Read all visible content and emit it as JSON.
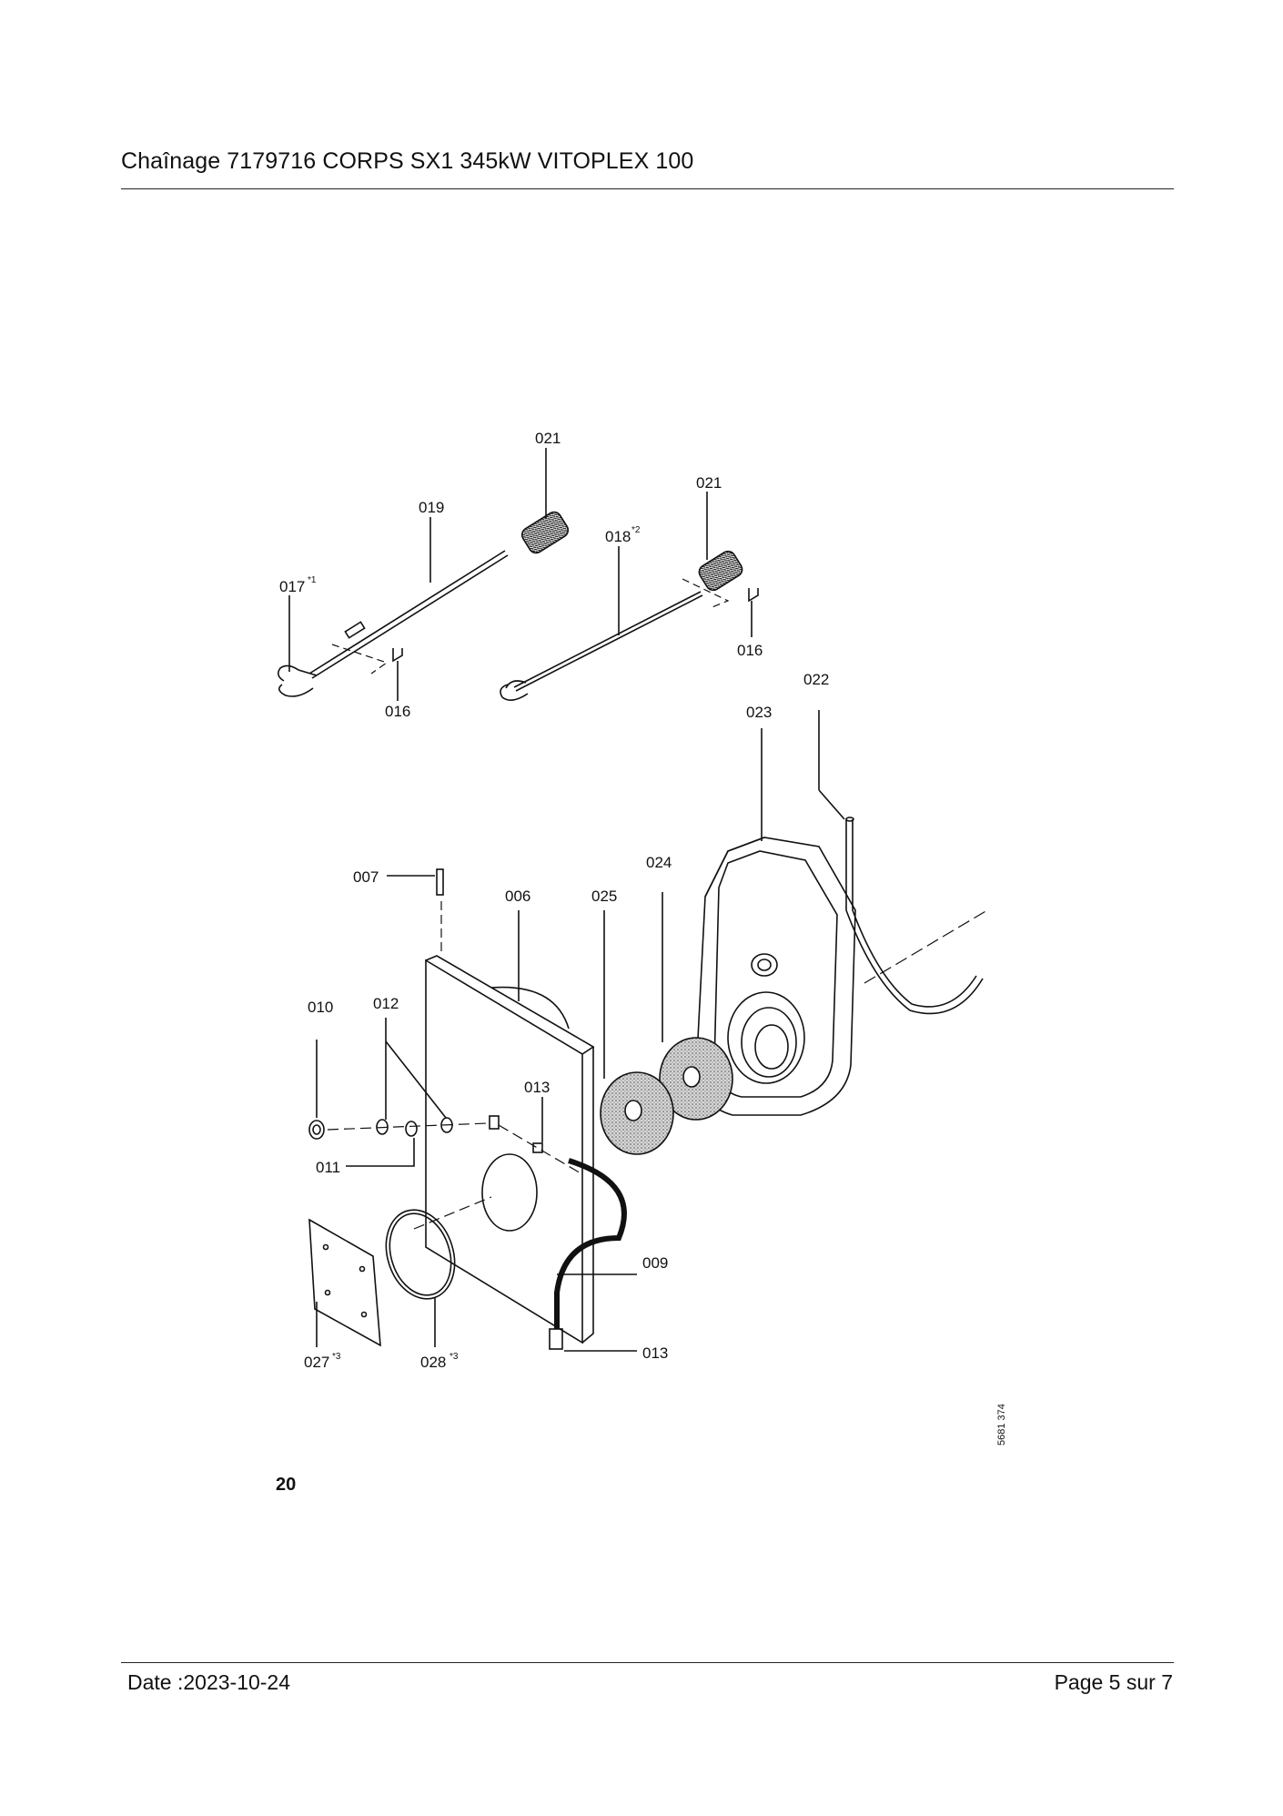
{
  "header": {
    "title": "Chaînage 7179716 CORPS SX1 345kW VITOPLEX 100"
  },
  "figure": {
    "number": "20",
    "reference": "5681 374",
    "callouts": {
      "c021a": "021",
      "c021b": "021",
      "c019": "019",
      "c018": "018",
      "c018_sup": "*2",
      "c017": "017",
      "c017_sup": "*1",
      "c016a": "016",
      "c016b": "016",
      "c022": "022",
      "c023": "023",
      "c007": "007",
      "c006": "006",
      "c025": "025",
      "c024": "024",
      "c010": "010",
      "c012": "012",
      "c013a": "013",
      "c011": "011",
      "c009": "009",
      "c013b": "013",
      "c027": "027",
      "c027_sup": "*3",
      "c028": "028",
      "c028_sup": "*3"
    }
  },
  "footer": {
    "date": "Date :2023-10-24",
    "page": "Page 5 sur  7"
  }
}
